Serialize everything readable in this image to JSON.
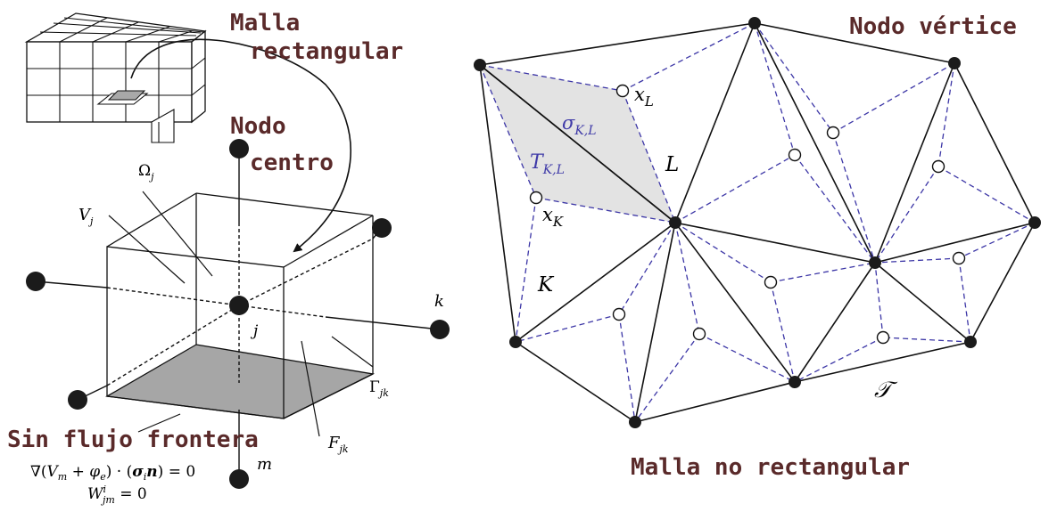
{
  "labels": {
    "malla_rect_1": "Malla",
    "malla_rect_2": "rectangular",
    "nodo_centro_1": "Nodo",
    "nodo_centro_2": "centro",
    "omega": "Ω",
    "omega_sub": "j",
    "vol": "V",
    "vol_sub": "j",
    "k": "k",
    "j": "j",
    "m": "m",
    "gamma": "Γ",
    "gamma_sub": "jk",
    "F": "F",
    "F_sub": "jk",
    "sin_flujo": "Sin flujo frontera",
    "eq1": "∇(Vm + φe) · (σi n) = 0",
    "eq2": "Wjm^i = 0",
    "nodo_vertice": "Nodo vértice",
    "malla_no_rect": "Malla no rectangular",
    "xL": "x",
    "xL_sub": "L",
    "xK": "x",
    "xK_sub": "K",
    "sigma": "σ",
    "sigma_sub": "K,L",
    "T": "T",
    "T_sub": "K,L",
    "L": "L",
    "K": "K",
    "tau": "𝒯"
  }
}
